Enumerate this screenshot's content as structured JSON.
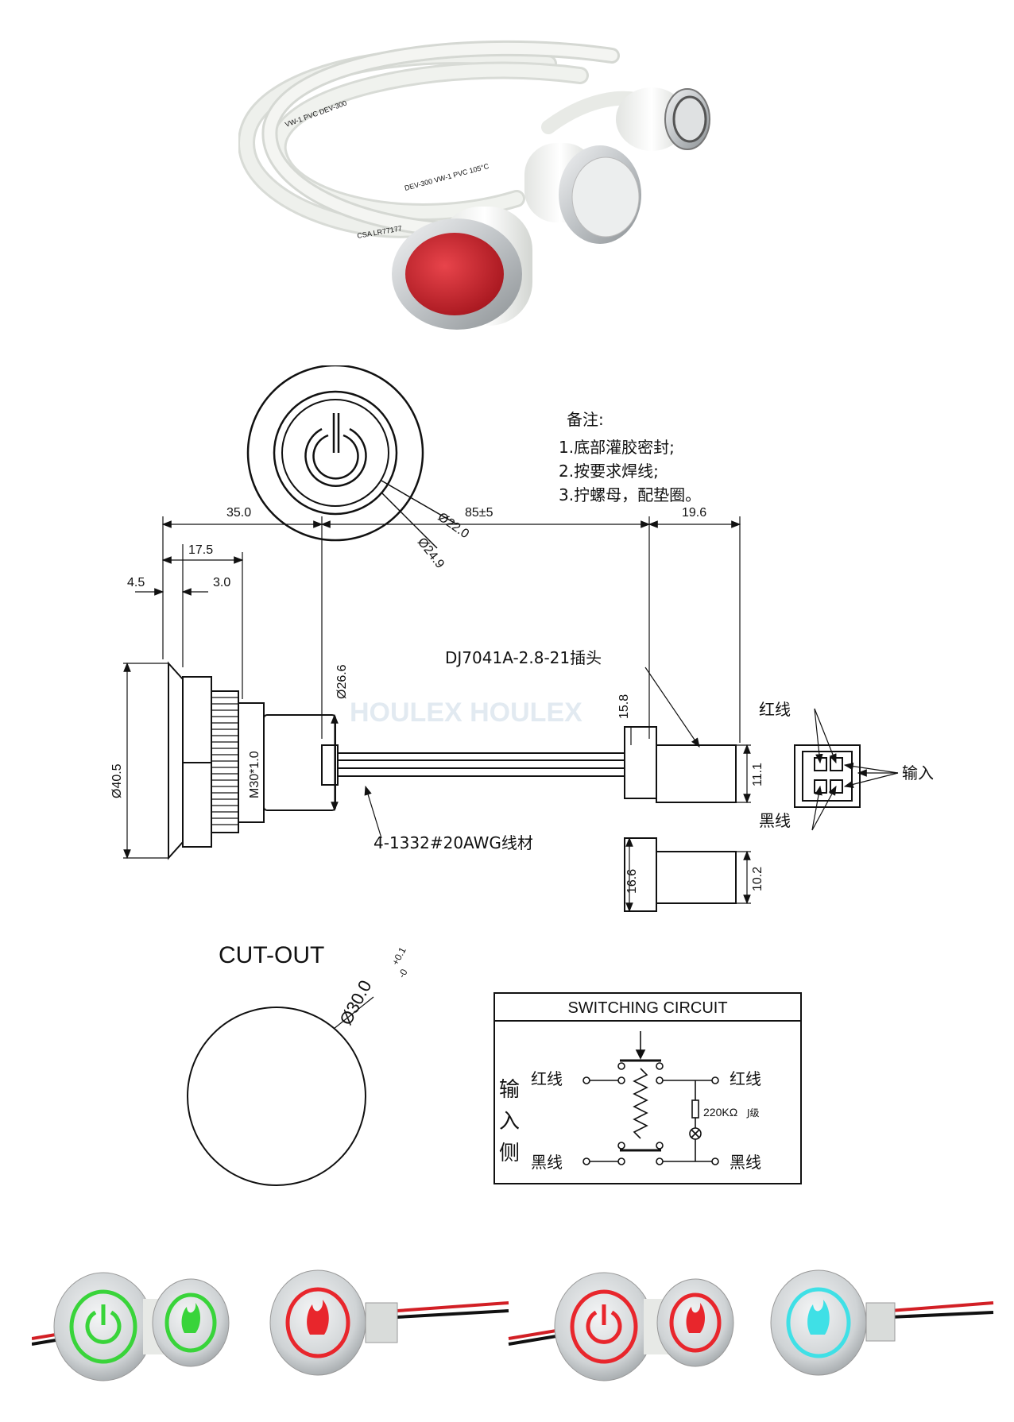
{
  "photo_top": {
    "cable_print": [
      "DEV-300  VW-1  PVC  105°C",
      "VW-1  PVC  DEV-300",
      "CSA  LR77177"
    ],
    "colors": {
      "cable": "#e9ebe6",
      "red_button": "#c8202a",
      "steel": "#c9ccce"
    }
  },
  "notes": {
    "title": "备注:",
    "items": [
      "1.底部灌胶密封;",
      "2.按要求焊线;",
      "3.拧螺母，配垫圈。"
    ]
  },
  "front_view": {
    "dim_inner": "Ø22.0",
    "dim_outer": "Ø24.9"
  },
  "side_view": {
    "dim_overall_body": "35.0",
    "dim_cable": "85±5",
    "dim_connector": "19.6",
    "dim_flange_to_thread": "17.5",
    "dim_flange": "4.5",
    "dim_nut": "3.0",
    "dim_body_dia": "Ø26.6",
    "dim_flange_dia": "Ø40.5",
    "dim_thread": "M30*1.0",
    "connector_label": "DJ7041A-2.8-21插头",
    "dim_conn_h1": "15.8",
    "dim_conn_h2": "11.1",
    "wire_label": "4-1332#20AWG线材",
    "watermark": "HOULEX HOULEX",
    "red_wire": "红线",
    "black_wire": "黑线",
    "input_label": "输入",
    "dim_conn_side1": "16.6",
    "dim_conn_side2": "10.2"
  },
  "cutout": {
    "title": "CUT-OUT",
    "dim": "Ø30.0",
    "tol_upper": "+0.1",
    "tol_lower": "-0"
  },
  "circuit": {
    "title": "SWITCHING CIRCUIT",
    "side_label": [
      "输",
      "入",
      "侧"
    ],
    "left_red": "红线",
    "left_black": "黑线",
    "right_red": "红线",
    "right_black": "黑线",
    "resistor": "220KΩ",
    "grade": "J级"
  },
  "photo_bottom": {
    "colors": {
      "green": "#39d43a",
      "red": "#e8262c",
      "cyan": "#3fe0e6",
      "steel": "#cfd3d5"
    }
  }
}
